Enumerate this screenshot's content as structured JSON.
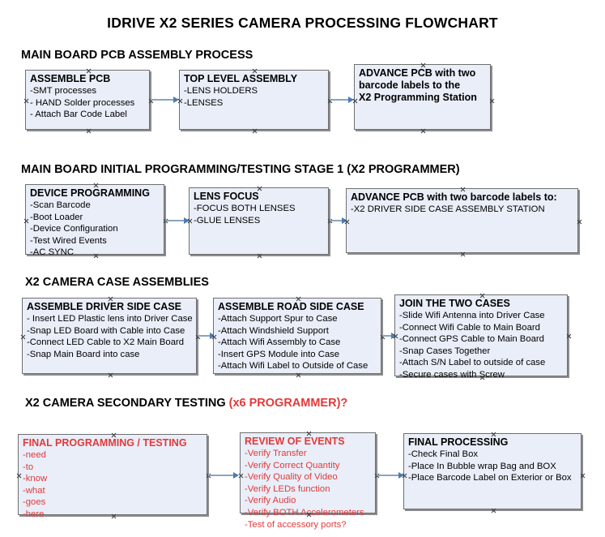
{
  "document": {
    "title": "IDRIVE X2  SERIES CAMERA PROCESSING FLOWCHART"
  },
  "colors": {
    "box_fill": "#e9eef8",
    "box_border": "#6f6f6f",
    "box_shadow": "#8c8c8c",
    "text": "#000000",
    "accent_red": "#e03a3a",
    "connector": "#8aa4c0",
    "arrow_head": "#4a7cb5"
  },
  "sections": [
    {
      "id": "main-board-pcb-assembly-process",
      "heading": "MAIN BOARD PCB ASSEMBLY PROCESS",
      "heading_accent": "",
      "boxes": [
        {
          "id": "assemble-pcb",
          "title": "ASSEMBLE PCB",
          "lines": [
            "-SMT processes",
            "- HAND Solder processes",
            "- Attach Bar Code Label"
          ]
        },
        {
          "id": "top-level-assembly",
          "title": "TOP LEVEL ASSEMBLY",
          "lines": [
            "-LENS HOLDERS",
            "-LENSES"
          ]
        },
        {
          "id": "advance-pcb-to-programming-station",
          "title": "ADVANCE PCB with two",
          "lines": [
            "barcode labels to the",
            " X2 Programming Station"
          ]
        }
      ]
    },
    {
      "id": "main-board-initial-programming-testing-stage-1",
      "heading": "MAIN BOARD INITIAL PROGRAMMING/TESTING STAGE 1 (X2 PROGRAMMER)",
      "heading_accent": "",
      "boxes": [
        {
          "id": "device-programming",
          "title": "DEVICE PROGRAMMING",
          "lines": [
            "-Scan Barcode",
            "-Boot Loader",
            "-Device Configuration",
            "-Test Wired Events",
            "-AC SYNC"
          ]
        },
        {
          "id": "lens-focus",
          "title": "LENS FOCUS",
          "lines": [
            "-FOCUS BOTH LENSES",
            "-GLUE LENSES"
          ]
        },
        {
          "id": "advance-pcb-to-driver-side-case-assembly",
          "title": "ADVANCE PCB with two barcode labels to:",
          "lines": [
            "-X2 DRIVER  SIDE  CASE  ASSEMBLY STATION"
          ]
        }
      ]
    },
    {
      "id": "x2-camera-case-assemblies",
      "heading": "X2 CAMERA CASE ASSEMBLIES",
      "heading_accent": "",
      "boxes": [
        {
          "id": "assemble-driver-side-case",
          "title": "ASSEMBLE DRIVER SIDE CASE",
          "lines": [
            "- Insert LED Plastic lens into Driver Case",
            "-Snap LED Board with Cable into Case",
            "-Connect LED Cable to X2 Main Board",
            "-Snap Main Board into case"
          ]
        },
        {
          "id": "assemble-road-side-case",
          "title": "ASSEMBLE ROAD SIDE CASE",
          "lines": [
            "-Attach Support Spur to Case",
            "-Attach Windshield Support",
            "-Attach Wifi Assembly to Case",
            "-Insert GPS Module into Case",
            "-Attach Wifi Label to Outside of Case"
          ]
        },
        {
          "id": "join-the-two-cases",
          "title": "JOIN THE TWO CASES",
          "lines": [
            "-Slide Wifi Antenna into Driver Case",
            "-Connect Wifi Cable to Main Board",
            "-Connect GPS Cable to Main Board",
            "-Snap Cases Together",
            "-Attach S/N Label to outside of case",
            "-Secure cases with Screw"
          ]
        }
      ]
    },
    {
      "id": "x2-camera-secondary-testing",
      "heading": "X2 CAMERA SECONDARY TESTING ",
      "heading_accent": "(x6 PROGRAMMER)?",
      "boxes": [
        {
          "id": "final-programming-testing",
          "title": "FINAL PROGRAMMING / TESTING",
          "lines": [
            "-need",
            "-to",
            "-know",
            "-what",
            "-goes",
            "-here"
          ]
        },
        {
          "id": "review-of-events",
          "title": "REVIEW OF EVENTS",
          "lines": [
            "-Verify Transfer",
            "-Verify Correct Quantity",
            "-Verify Quality of Video",
            "-Verify LEDs function",
            "-Verify Audio",
            "-Verify BOTH Accelerometers",
            "-Test of accessory ports?"
          ]
        },
        {
          "id": "final-processing",
          "title": "FINAL PROCESSING",
          "lines": [
            " -Check Final Box",
            "-Place In Bubble wrap Bag and BOX",
            "-Place Barcode Label on Exterior or Box"
          ]
        }
      ]
    }
  ]
}
